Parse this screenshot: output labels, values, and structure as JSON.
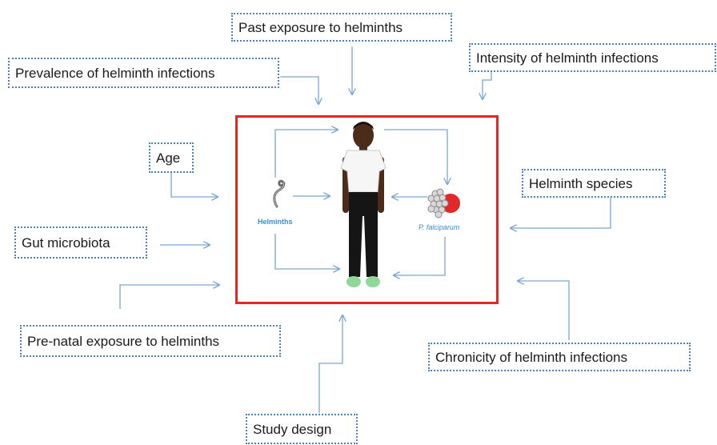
{
  "factors": {
    "past_exposure": "Past exposure to helminths",
    "prevalence": "Prevalence of helminth infections",
    "intensity": "Intensity of helminth infections",
    "age": "Age",
    "helminth_species": "Helminth species",
    "gut_microbiota": "Gut microbiota",
    "prenatal_exposure": "Pre-natal exposure to helminths",
    "chronicity": "Chronicity of helminth infections",
    "study_design": "Study design"
  },
  "center": {
    "helminths_label": "Helminths",
    "pathogen_label": "P. falciparum"
  },
  "colors": {
    "factor_border": "#4f81bd",
    "arrow": "#7aa7d6",
    "frame_border": "#e32626",
    "label_text": "#3a8fd0"
  }
}
